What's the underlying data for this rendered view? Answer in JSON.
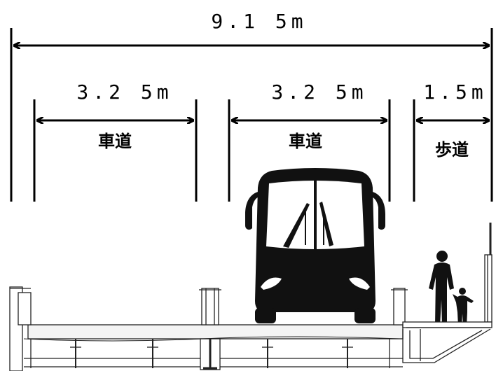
{
  "dimensions": {
    "total": "9.1 5m",
    "lane1": "3.2 5m",
    "lane2": "3.2 5m",
    "sidewalk": "1.5m"
  },
  "labels": {
    "lane1": "車道",
    "lane2": "車道",
    "sidewalk": "歩道"
  },
  "icons": {
    "bus": "bus-front-icon",
    "pedestrians": "adult-and-child-icon"
  }
}
